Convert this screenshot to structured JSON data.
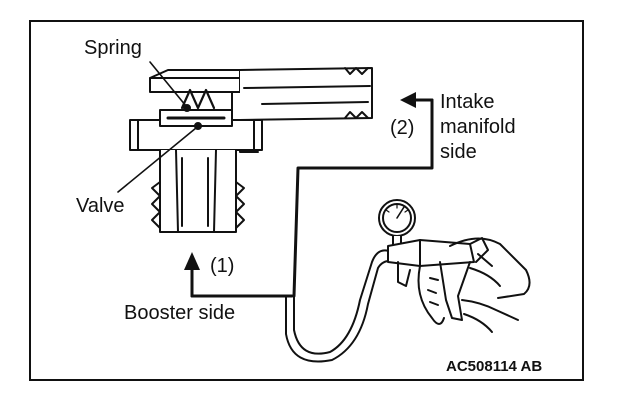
{
  "figure": {
    "labels": {
      "spring": "Spring",
      "valve": "Valve",
      "intake_line1": "Intake",
      "intake_line2": "manifold",
      "intake_line3": "side",
      "step2": "(2)",
      "step1": "(1)",
      "booster": "Booster side"
    },
    "figure_code": "AC508114 AB",
    "icons": {
      "check_valve": "check-valve-icon",
      "vacuum_pump": "vacuum-pump-icon",
      "pressure_gauge": "pressure-gauge-icon",
      "hand": "hand-icon",
      "arrow_intake": "arrow-left-icon",
      "arrow_booster": "arrow-up-icon"
    },
    "colors": {
      "line": "#111111",
      "background": "#ffffff"
    }
  }
}
